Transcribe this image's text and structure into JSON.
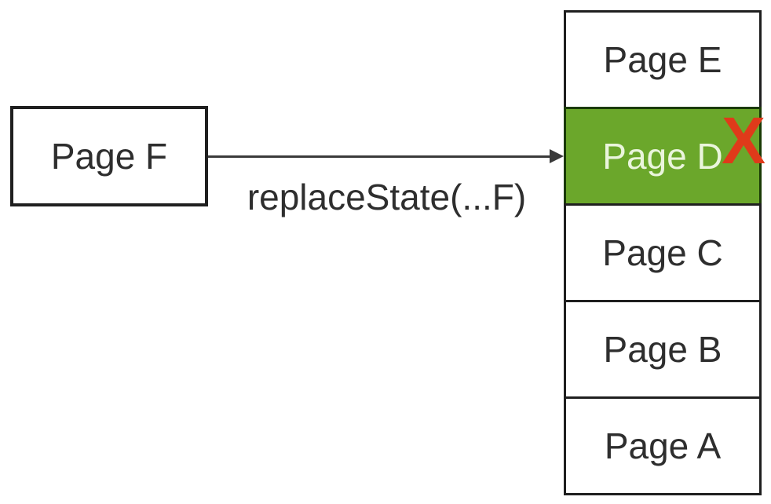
{
  "diagram": {
    "colors": {
      "box_border": "#1f1f1f",
      "box_fill": "#ffffff",
      "text": "#2e2e2e",
      "highlight_fill": "#6BA72B",
      "highlight_text": "#EAF5DC",
      "delete_mark": "#DF3A1A",
      "arrow": "#3a3a3a",
      "background": "#ffffff"
    },
    "source_box": {
      "label": "Page F"
    },
    "arrow": {
      "label": "replaceState(...F)"
    },
    "history_stack": [
      {
        "label": "Page E",
        "highlighted": false,
        "deleted": false
      },
      {
        "label": "Page D",
        "highlighted": true,
        "deleted": true,
        "delete_mark": "X"
      },
      {
        "label": "Page C",
        "highlighted": false,
        "deleted": false
      },
      {
        "label": "Page B",
        "highlighted": false,
        "deleted": false
      },
      {
        "label": "Page A",
        "highlighted": false,
        "deleted": false
      }
    ]
  }
}
